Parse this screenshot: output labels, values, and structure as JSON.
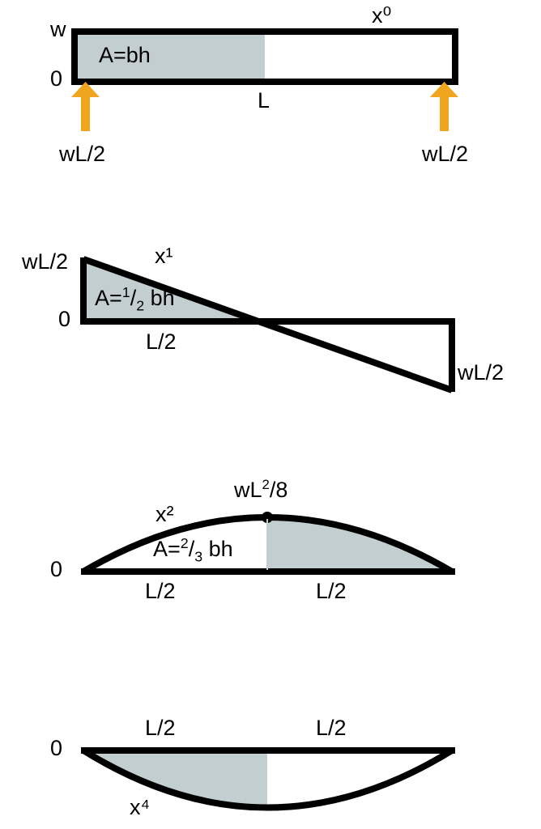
{
  "figure": {
    "title": "Simply supported beam under uniform load - load, shear, moment and deflection diagrams",
    "colors": {
      "stroke": "#000000",
      "fill_gray": "#c3ced0",
      "arrow_orange": "#f0a51e",
      "background": "#ffffff"
    }
  },
  "diagrams": [
    {
      "name": "load-diagram",
      "curve_label": "x⁰",
      "area_label_prefix": "A=",
      "area_label_rest": "bh",
      "labels": {
        "top_axis": "w",
        "zero_axis": "0",
        "span": "L",
        "reaction_left": "wL/2",
        "reaction_right": "wL/2"
      }
    },
    {
      "name": "shear-diagram",
      "curve_label": "x¹",
      "area_label_prefix": "A=",
      "area_label_num": "1",
      "area_label_slash": "/",
      "area_label_den": "2",
      "area_label_rest": "bh",
      "labels": {
        "top_value": "wL/2",
        "zero_axis": "0",
        "half_span": "L/2",
        "bottom_value": "wL/2"
      }
    },
    {
      "name": "moment-diagram",
      "curve_label": "x²",
      "area_label_prefix": "A=",
      "area_label_num": "2",
      "area_label_slash": "/",
      "area_label_den": "3",
      "area_label_rest": "bh",
      "labels": {
        "zero_axis": "0",
        "peak_value_prefix": "wL",
        "peak_value_sup": "2",
        "peak_value_suffix": "/8",
        "half_span_left": "L/2",
        "half_span_right": "L/2"
      }
    },
    {
      "name": "deflection-diagram",
      "curve_label": "x⁴",
      "labels": {
        "zero_axis": "0",
        "half_span_left": "L/2",
        "half_span_right": "L/2"
      }
    }
  ]
}
